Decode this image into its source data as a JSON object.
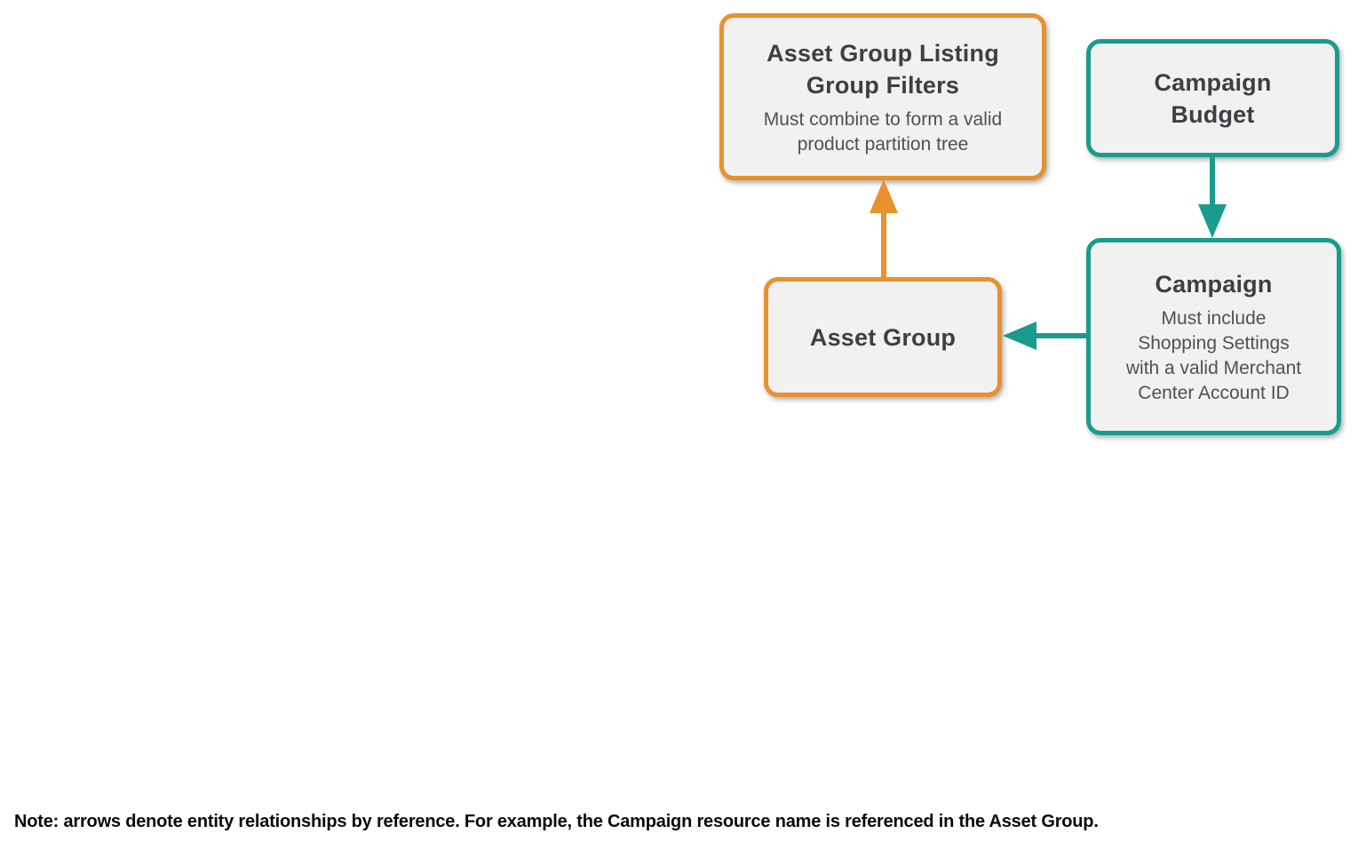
{
  "nodes": {
    "filters": {
      "title": "Asset Group Listing\nGroup Filters",
      "subtitle": "Must combine to form a valid\nproduct partition tree"
    },
    "budget": {
      "title": "Campaign\nBudget",
      "subtitle": ""
    },
    "asset_group": {
      "title": "Asset Group",
      "subtitle": ""
    },
    "campaign": {
      "title": "Campaign",
      "subtitle": "Must include\nShopping Settings\nwith a valid Merchant\nCenter Account ID"
    }
  },
  "edges": [
    {
      "from": "Asset Group",
      "to": "Asset Group Listing Group Filters",
      "color": "#E8912D",
      "direction": "up"
    },
    {
      "from": "Campaign Budget",
      "to": "Campaign",
      "color": "#1A9C8C",
      "direction": "down"
    },
    {
      "from": "Campaign",
      "to": "Asset Group",
      "color": "#1A9C8C",
      "direction": "left"
    }
  ],
  "note": "Note: arrows denote entity relationships by reference. For example, the Campaign resource name is referenced in the Asset Group.",
  "colors": {
    "orange": "#E8912D",
    "teal": "#1A9C8C",
    "box_fill": "#F1F1F2",
    "title_text": "#3C4043",
    "subtitle_text": "#4D5156",
    "note_text": "#0A0A0A"
  }
}
